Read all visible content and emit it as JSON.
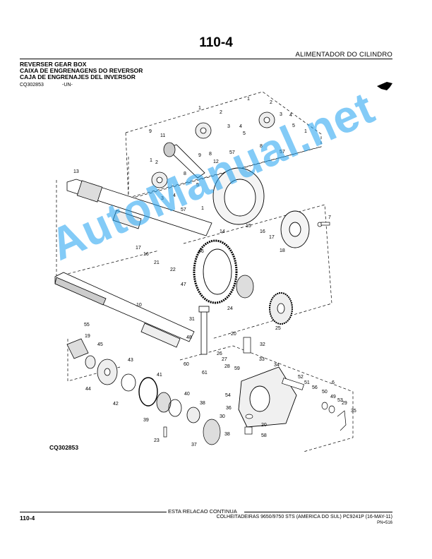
{
  "header": {
    "page_number": "110-4",
    "section_title": "ALIMENTADOR DO CILINDRO"
  },
  "titles": {
    "english": "REVERSER GEAR BOX",
    "portuguese": "CAIXA DE ENGRENAGENS DO REVERSOR",
    "spanish": "CAJA DE ENGRENAJES DEL INVERSOR"
  },
  "reference": {
    "figure_code": "CQ302853",
    "unit": "-UN-"
  },
  "diagram": {
    "figure_code": "CQ302853",
    "callouts": [
      "1",
      "2",
      "3",
      "4",
      "5",
      "6",
      "7",
      "8",
      "9",
      "10",
      "11",
      "12",
      "13",
      "14",
      "15",
      "16",
      "17",
      "18",
      "19",
      "20",
      "21",
      "22",
      "23",
      "24",
      "25",
      "26",
      "27",
      "28",
      "29",
      "30",
      "31",
      "32",
      "33",
      "34",
      "35",
      "36",
      "37",
      "38",
      "39",
      "40",
      "41",
      "42",
      "43",
      "44",
      "45",
      "46",
      "47",
      "48",
      "49",
      "50",
      "51",
      "52",
      "53",
      "54",
      "55",
      "56",
      "57",
      "58",
      "59",
      "60",
      "61"
    ]
  },
  "watermark": {
    "text": "AutoManual.net",
    "color": "#1ea0f0"
  },
  "footer": {
    "continue_text": "ESTA RELACAO CONTINUA",
    "page_number": "110-4",
    "publication": "COLHEITADEIRAS 9650/9750 STS (AMERICA DO SUL)   PC9241P   (16-MAY-11)",
    "pn": "PN=516"
  }
}
